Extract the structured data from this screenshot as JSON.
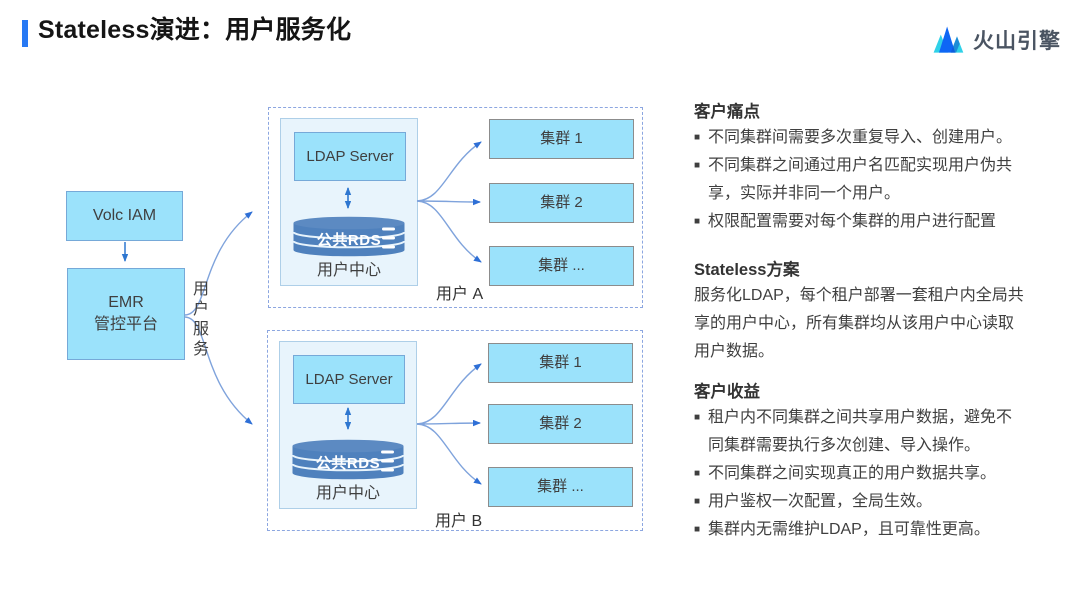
{
  "header": {
    "title": "Stateless演进：用户服务化",
    "logo_text": "火山引擎"
  },
  "diagram": {
    "volc_iam_label": "Volc IAM",
    "emr_label_line1": "EMR",
    "emr_label_line2": "管控平台",
    "user_service_label": "用户服务",
    "tenants": [
      {
        "name": "用户 A",
        "ldap_label": "LDAP Server",
        "rds_label": "公共RDS",
        "user_center_label": "用户中心",
        "clusters": [
          "集群 1",
          "集群 2",
          "集群 ..."
        ]
      },
      {
        "name": "用户 B",
        "ldap_label": "LDAP Server",
        "rds_label": "公共RDS",
        "user_center_label": "用户中心",
        "clusters": [
          "集群 1",
          "集群 2",
          "集群 ..."
        ]
      }
    ]
  },
  "panel": {
    "bullet_marker": "■",
    "sections": [
      {
        "heading": "客户痛点",
        "bullets": [
          "不同集群间需要多次重复导入、创建用户。",
          "不同集群之间通过用户名匹配实现用户伪共享，实际并非同一个用户。",
          "权限配置需要对每个集群的用户进行配置"
        ]
      },
      {
        "heading": "Stateless方案",
        "paragraph": "服务化LDAP，每个租户部署一套租户内全局共享的用户中心，所有集群均从该用户中心读取用户数据。"
      },
      {
        "heading": "客户收益",
        "bullets": [
          "租户内不同集群之间共享用户数据，避免不同集群需要执行多次创建、导入操作。",
          "不同集群之间实现真正的用户数据共享。",
          "用户鉴权一次配置，全局生效。",
          "集群内无需维护LDAP，且可靠性更高。"
        ]
      }
    ]
  },
  "colors": {
    "accent_blue": "#2779F4",
    "box_cyan": "#9BE2FB",
    "rds_blue": "#4F81BD",
    "arrow_blue": "#2E77D0",
    "curve_blue": "#7FA3DC",
    "dashed_border": "#8CA6E0"
  }
}
